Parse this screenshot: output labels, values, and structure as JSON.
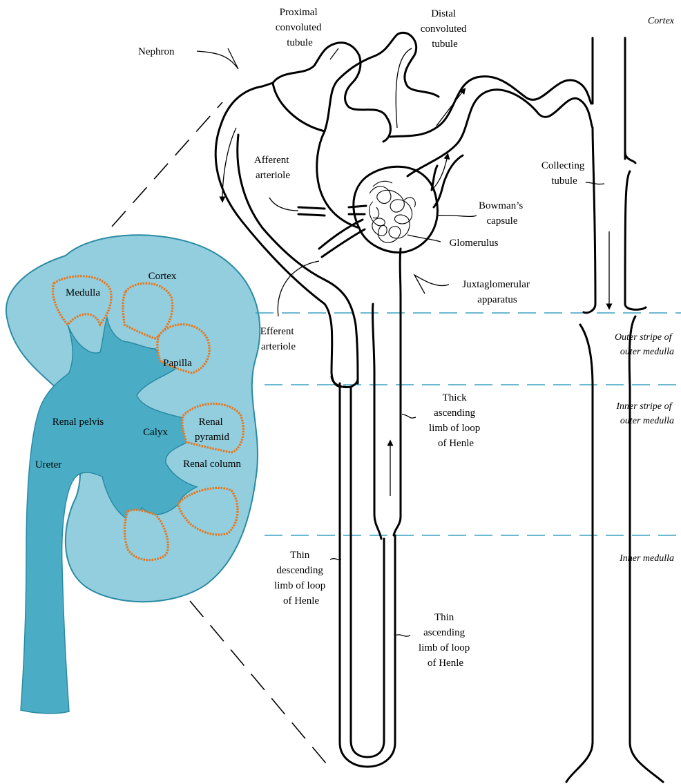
{
  "colors": {
    "kidney_fill": "#92cedd",
    "kidney_stroke": "#2a8aa3",
    "pelvis_fill": "#4badc5",
    "pyramid_outline": "#e8771f",
    "zone_line": "#3aa0c2",
    "line": "#000000"
  },
  "labels": {
    "nephron": "Nephron",
    "proximal": [
      "Proximal",
      "convoluted",
      "tubule"
    ],
    "distal": [
      "Distal",
      "convoluted",
      "tubule"
    ],
    "afferent": [
      "Afferent",
      "arteriole"
    ],
    "efferent": [
      "Efferent",
      "arteriole"
    ],
    "collecting": [
      "Collecting",
      "tubule"
    ],
    "bowmans": [
      "Bowman’s",
      "capsule"
    ],
    "glomerulus": "Glomerulus",
    "juxta": [
      "Juxtaglomerular",
      "apparatus"
    ],
    "thick_ascending": [
      "Thick",
      "ascending",
      "limb of loop",
      "of Henle"
    ],
    "thin_descending": [
      "Thin",
      "descending",
      "limb of loop",
      "of Henle"
    ],
    "thin_ascending": [
      "Thin",
      "ascending",
      "limb of loop",
      "of Henle"
    ]
  },
  "zones": {
    "cortex": "Cortex",
    "outer_stripe": [
      "Outer stripe of",
      "outer medulla"
    ],
    "inner_stripe": [
      "Inner stripe of",
      "outer medulla"
    ],
    "inner_medulla": "Inner medulla"
  },
  "kidney": {
    "medulla": "Medulla",
    "cortex": "Cortex",
    "papilla": "Papilla",
    "renal_pelvis": "Renal pelvis",
    "calyx": "Calyx",
    "renal_pyramid": [
      "Renal",
      "pyramid"
    ],
    "renal_column": "Renal column",
    "ureter": "Ureter"
  }
}
